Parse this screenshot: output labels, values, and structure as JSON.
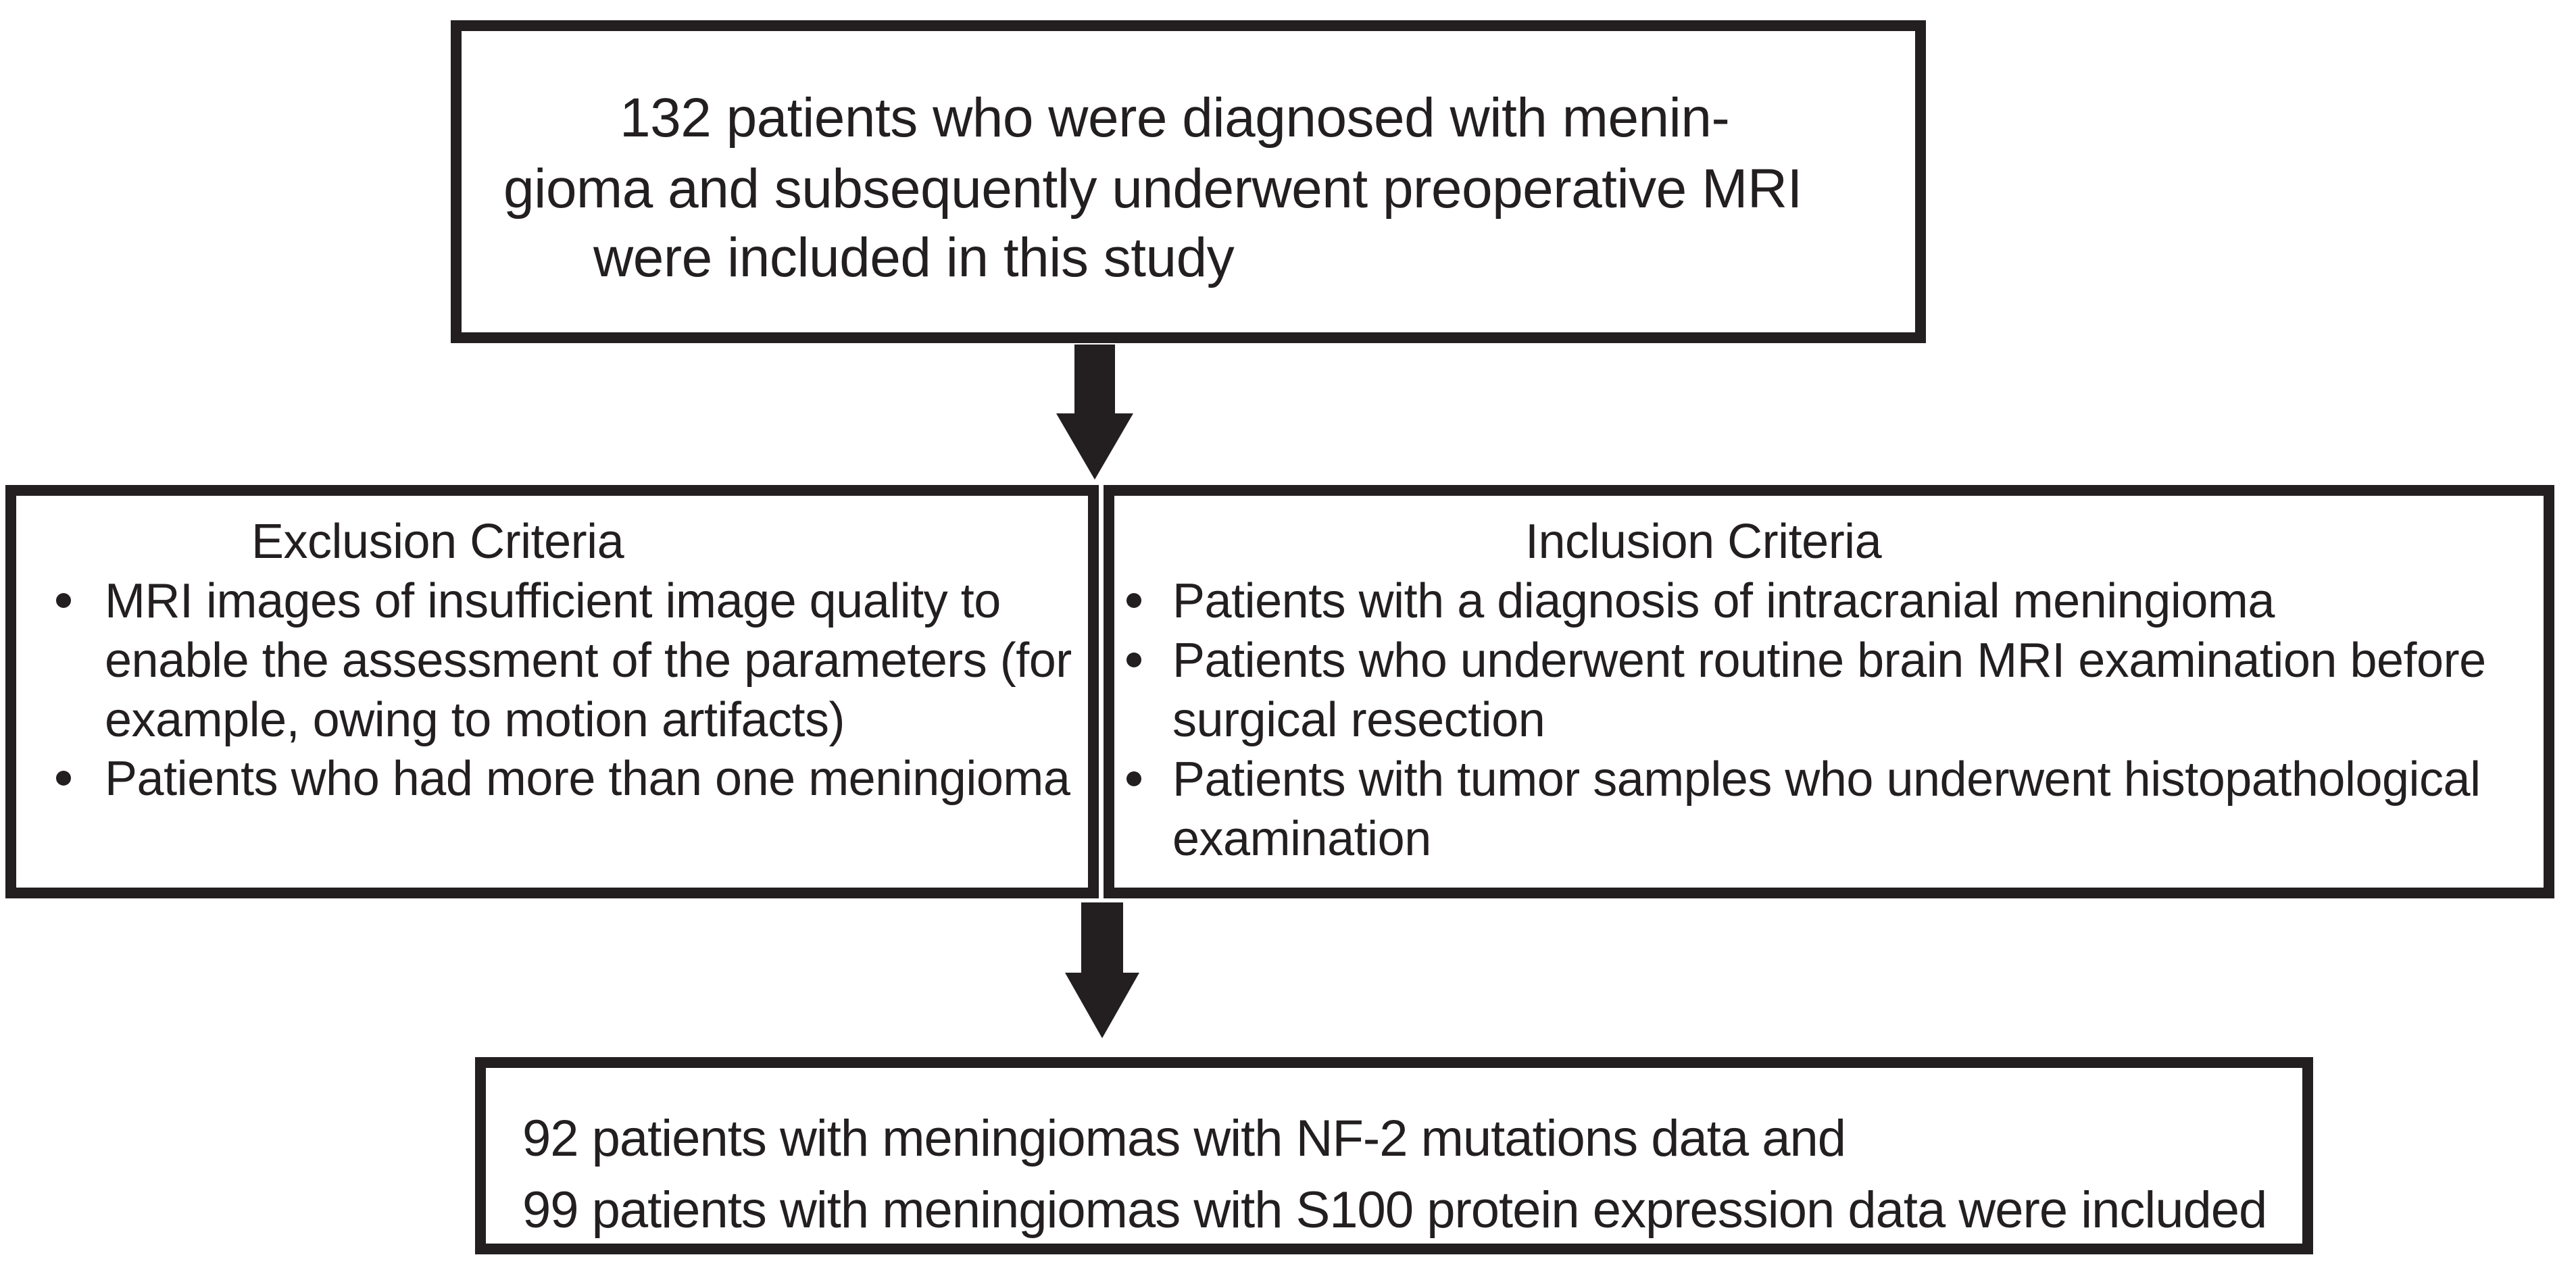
{
  "colors": {
    "ink": "#231f20",
    "background": "#ffffff"
  },
  "flowchart": {
    "top_box": {
      "lines": [
        "132 patients who were diagnosed with menin-",
        "gioma and subsequently underwent preoperative MRI",
        "were included in this study"
      ]
    },
    "exclusion_box": {
      "title": "Exclusion Criteria",
      "bullets": [
        {
          "lines": [
            "MRI images of insufficient image quality to",
            "enable the assessment of the parameters (for",
            "example, owing to motion artifacts)"
          ]
        },
        {
          "lines": [
            "Patients who had more than one meningioma"
          ]
        }
      ]
    },
    "inclusion_box": {
      "title": "Inclusion Criteria",
      "bullets": [
        {
          "lines": [
            "Patients with a diagnosis of intracranial meningioma"
          ]
        },
        {
          "lines": [
            "Patients who underwent routine brain MRI examination before",
            "surgical resection"
          ]
        },
        {
          "lines": [
            "Patients with tumor samples who underwent histopathological",
            "examination"
          ]
        }
      ]
    },
    "result_box": {
      "lines": [
        "92 patients with meningiomas with NF-2 mutations data and",
        "99 patients with meningiomas with S100 protein expression data were included"
      ]
    }
  }
}
